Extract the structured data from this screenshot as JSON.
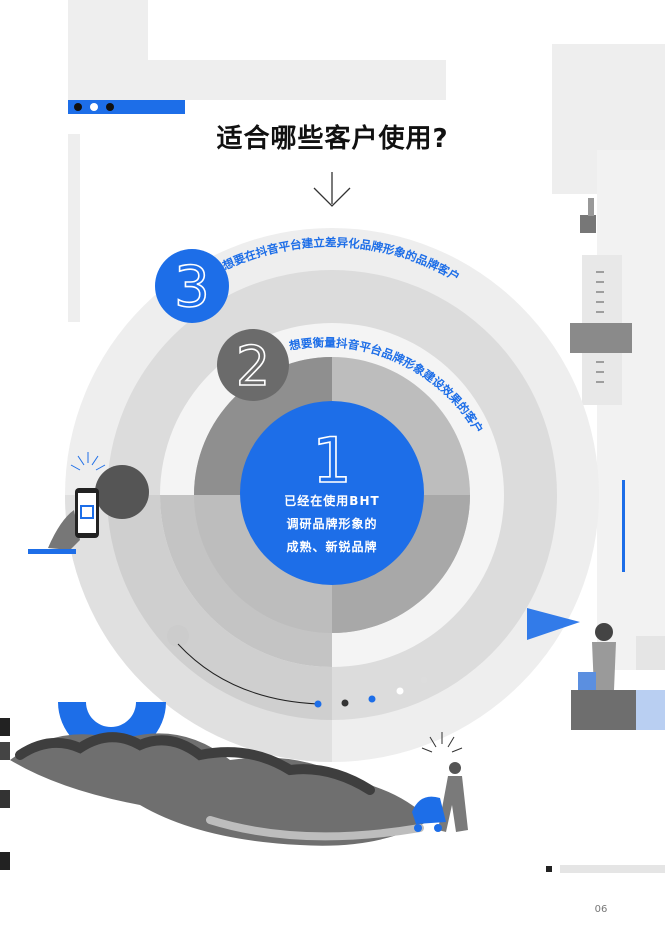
{
  "page": {
    "title": "适合哪些客户使用?",
    "page_number": "06"
  },
  "levels": [
    {
      "number": "1",
      "lines": [
        "已经在使用BHT",
        "调研品牌形象的",
        "成熟、新锐品牌"
      ]
    },
    {
      "number": "2",
      "text": "想要衡量抖音平台品牌形象建设效果的客户"
    },
    {
      "number": "3",
      "text": "想要在抖音平台建立差异化品牌形象的品牌客户"
    }
  ],
  "colors": {
    "accent_blue": "#1d6ee8",
    "dark_gray": "#6b6b6b",
    "light_gray": "#eeeeee",
    "text_dark": "#111111"
  },
  "icons": [
    "down-arrow-icon",
    "ruler-icon",
    "phone-icon",
    "sparkle-icon"
  ]
}
